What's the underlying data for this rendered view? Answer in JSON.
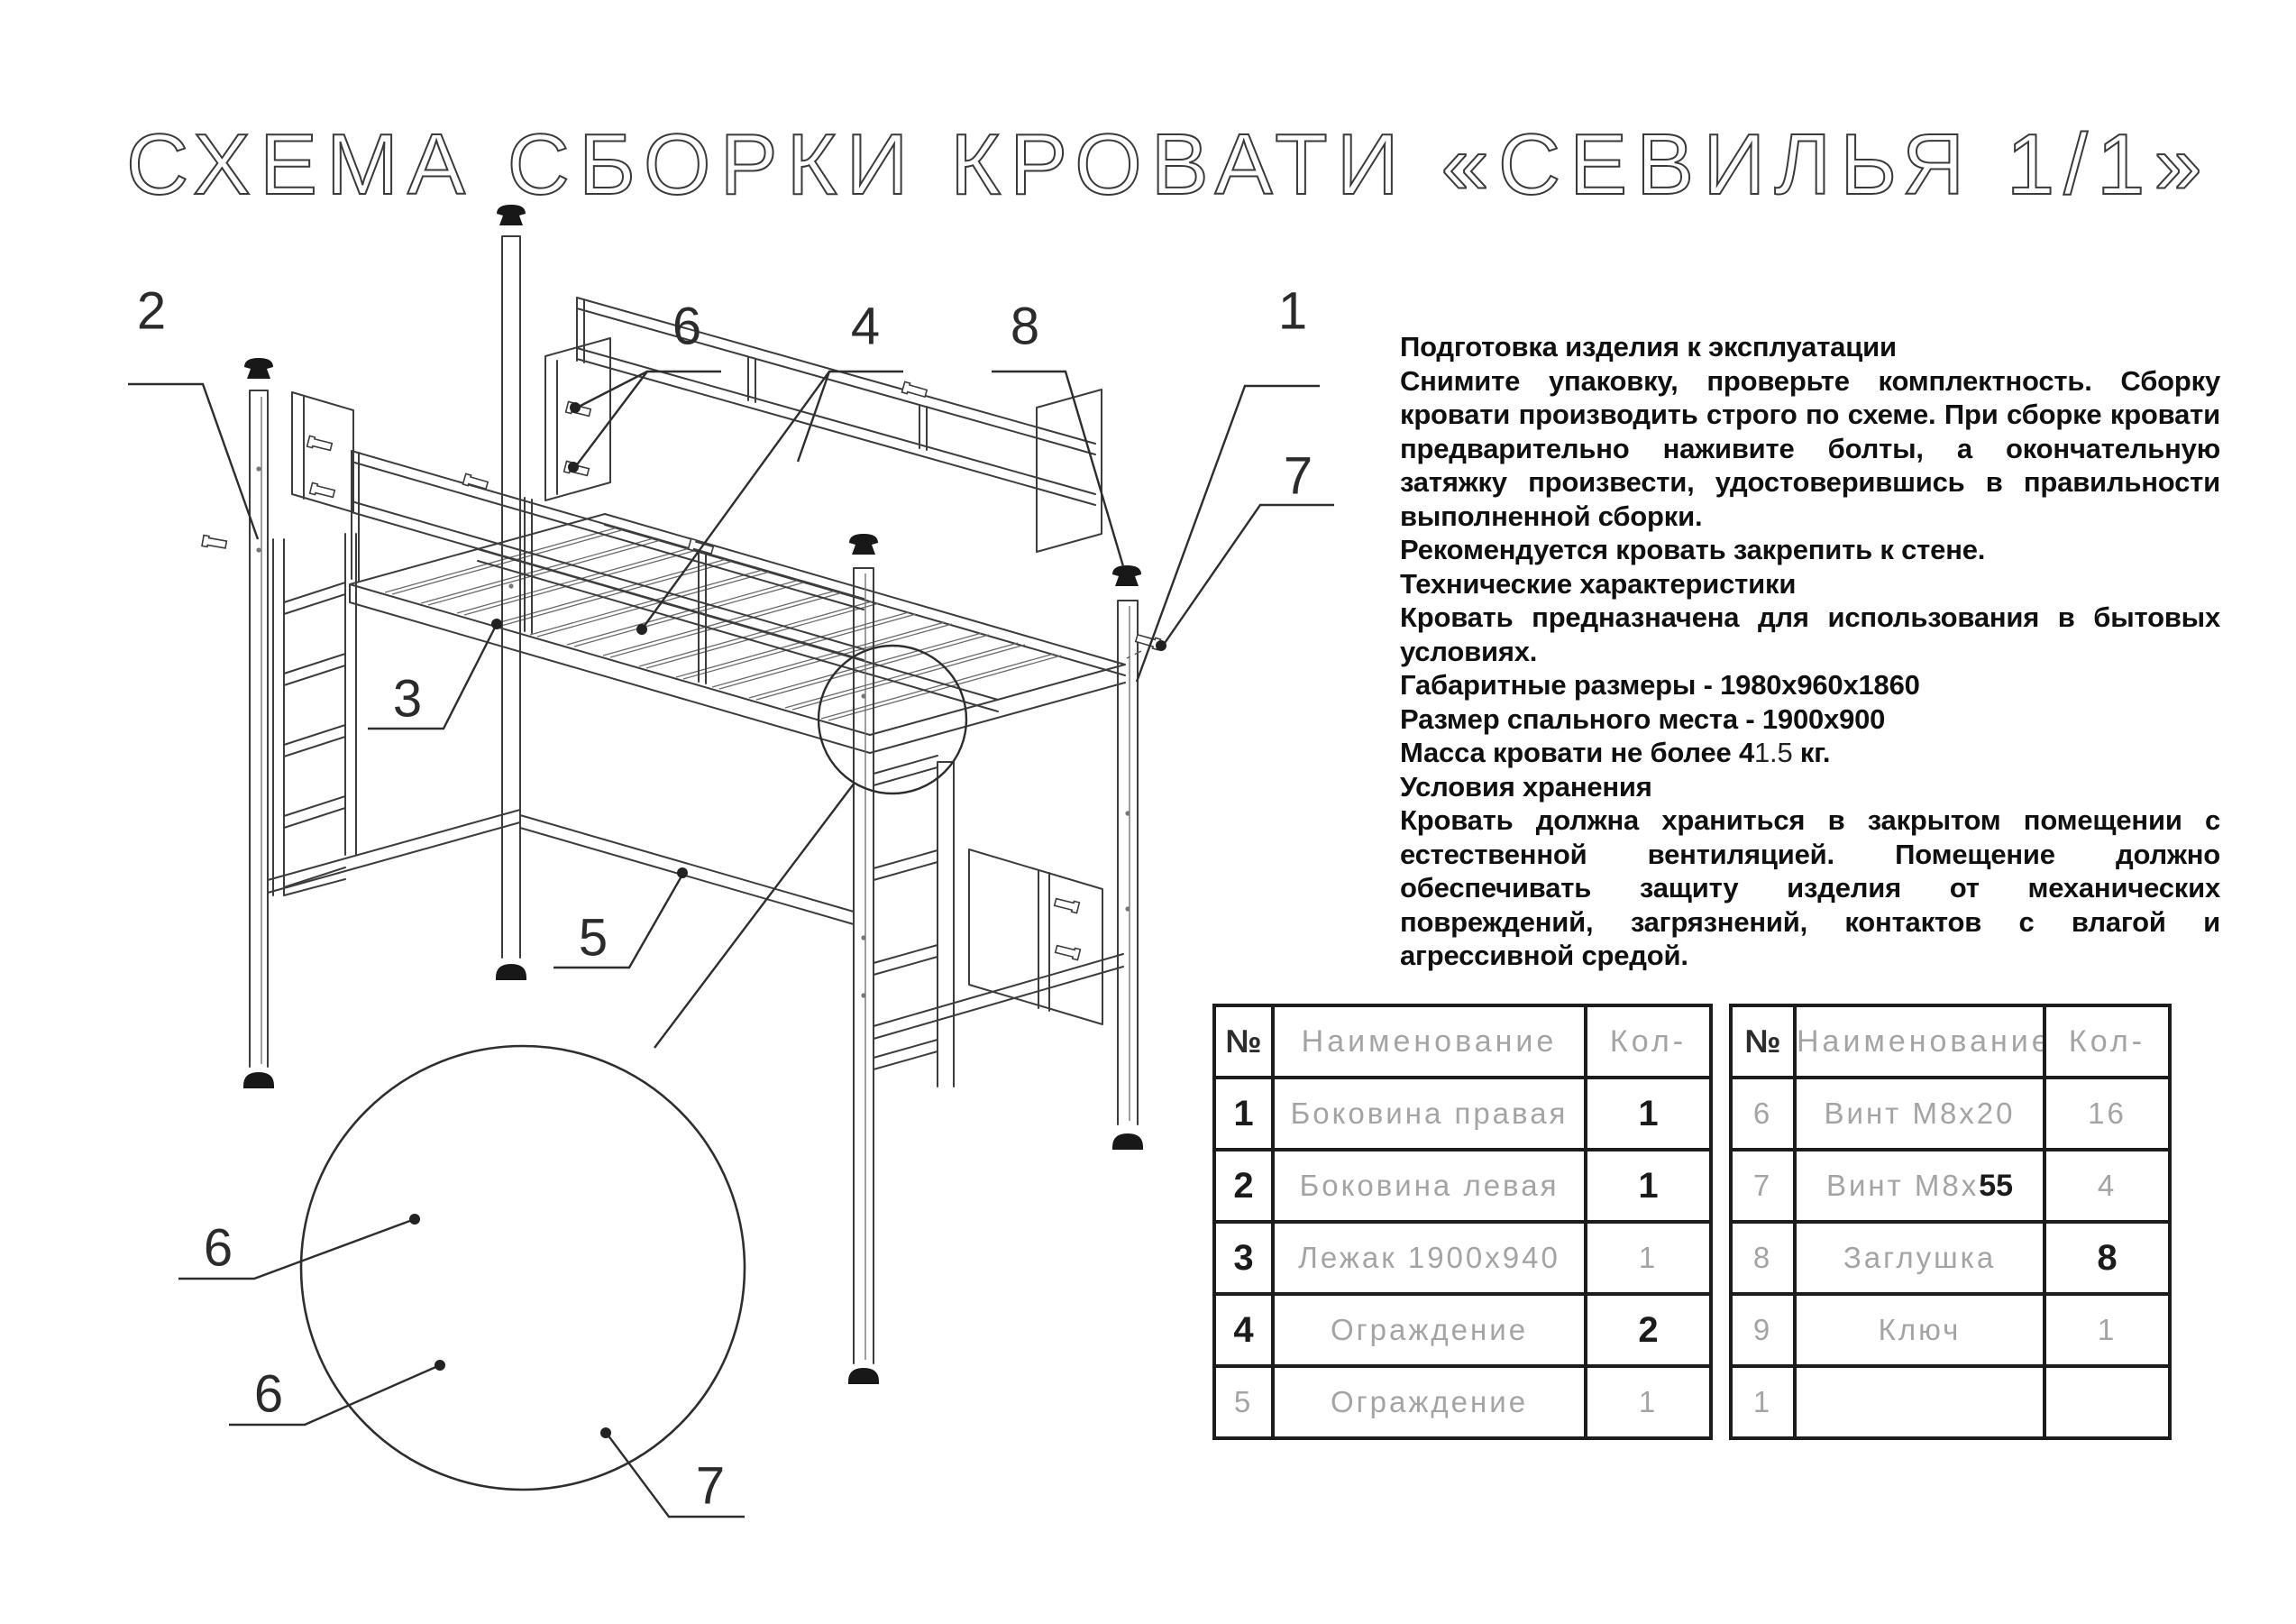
{
  "title": "СХЕМА СБОРКИ КРОВАТИ «СЕВИЛЬЯ 1/1»",
  "instructions": {
    "heading1": "Подготовка изделия к эксплуатации",
    "para1": "Снимите упаковку, проверьте комплектность. Сборку кровати производить строго по схеме. При сборке кровати предварительно наживите болты, а окончательную затяжку произвести, удостоверившись в правильности выполненной сборки.",
    "line_wall": "Рекомендуется кровать закрепить к стене.",
    "heading2": "Технические характеристики",
    "para2": "Кровать предназначена для использования в бытовых условиях.",
    "line_dims": "Габаритные размеры - 1980х960х1860",
    "line_bed": "Размер спального места - 1900х900",
    "mass_prefix": "Масса кровати не более 4",
    "mass_mid": "1.5",
    "mass_suffix": " кг.",
    "heading3": "Условия хранения",
    "para3": "Кровать должна храниться в закрытом помещении с естественной вентиляцией. Помещение должно обеспечивать защиту изделия от механических повреждений, загрязнений, контактов с влагой и агрессивной средой."
  },
  "diagram": {
    "callouts": [
      {
        "label": "2"
      },
      {
        "label": "6"
      },
      {
        "label": "4"
      },
      {
        "label": "8"
      },
      {
        "label": "1"
      },
      {
        "label": "7"
      },
      {
        "label": "3"
      },
      {
        "label": "5"
      },
      {
        "label": "6"
      },
      {
        "label": "6"
      },
      {
        "label": "7"
      }
    ]
  },
  "tables": [
    {
      "headers": {
        "num": "№",
        "name": "Наименование",
        "qty": "Кол-"
      },
      "rows": [
        {
          "num": "1",
          "name": "Боковина правая",
          "qty": "1"
        },
        {
          "num": "2",
          "name": "Боковина левая",
          "qty": "1"
        },
        {
          "num": "3",
          "name": "Лежак 1900х940",
          "qty": "1"
        },
        {
          "num": "4",
          "name": "Ограждение",
          "qty": "2"
        },
        {
          "num": "5",
          "name": "Ограждение",
          "qty": "1"
        }
      ]
    },
    {
      "headers": {
        "num": "№",
        "name": "Наименование",
        "qty": "Кол-"
      },
      "rows": [
        {
          "num": "6",
          "name": "Винт М8х20",
          "name_bold": "",
          "qty": "16"
        },
        {
          "num": "7",
          "name": "Винт М8х",
          "name_bold": "55",
          "qty": "4"
        },
        {
          "num": "8",
          "name": "Заглушка",
          "name_bold": "",
          "qty": "8"
        },
        {
          "num": "9",
          "name": "Ключ",
          "name_bold": "",
          "qty": "1"
        },
        {
          "num": "1",
          "name": "",
          "name_bold": "",
          "qty": ""
        }
      ]
    }
  ]
}
